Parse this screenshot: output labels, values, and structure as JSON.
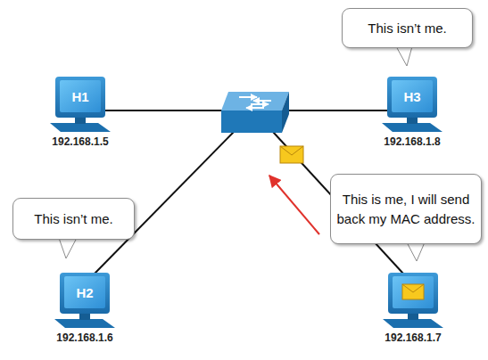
{
  "diagram": {
    "nodes": [
      {
        "text": [
          "This isn’t me."
        ]
      },
      {
        "text": [
          "H1",
          "192.168.1.5"
        ]
      },
      {
        "text": [
          "H3",
          "192.168.1.8"
        ]
      },
      {
        "text": [
          "This is me, I will send back my MAC address."
        ]
      },
      {
        "text": [
          "This isn’t me."
        ]
      },
      {
        "text": [
          "H2",
          "192.168.1.6"
        ]
      },
      {
        "text": [
          "192.168.1.7"
        ]
      }
    ]
  }
}
